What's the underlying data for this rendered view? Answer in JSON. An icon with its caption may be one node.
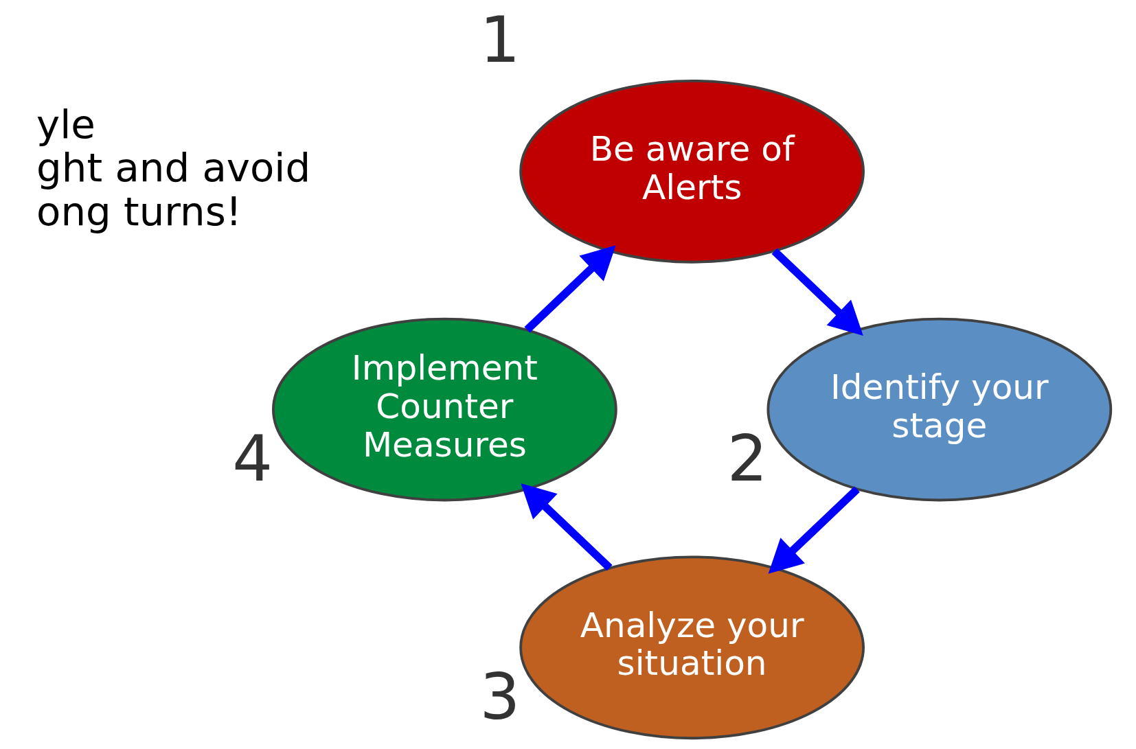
{
  "diagram": {
    "nodes": [
      {
        "text": [
          "Be aware of Alerts"
        ],
        "beside": [
          "1"
        ]
      },
      {
        "text": [
          "Identify your stage"
        ],
        "beside": [
          "2"
        ]
      },
      {
        "text": [
          "Analyze your situation"
        ],
        "beside": [
          "3"
        ]
      },
      {
        "text": [
          "Implement Counter Measures"
        ],
        "beside": [
          "4"
        ]
      }
    ],
    "edges": [
      {
        "from": 0,
        "to": 1,
        "arrow": "to"
      },
      {
        "from": 1,
        "to": 2,
        "arrow": "to"
      },
      {
        "from": 2,
        "to": 3,
        "arrow": "to"
      },
      {
        "from": 3,
        "to": 0,
        "arrow": "to"
      }
    ],
    "labels": [
      "yle",
      "ght and avoid",
      "ong turns!"
    ]
  }
}
